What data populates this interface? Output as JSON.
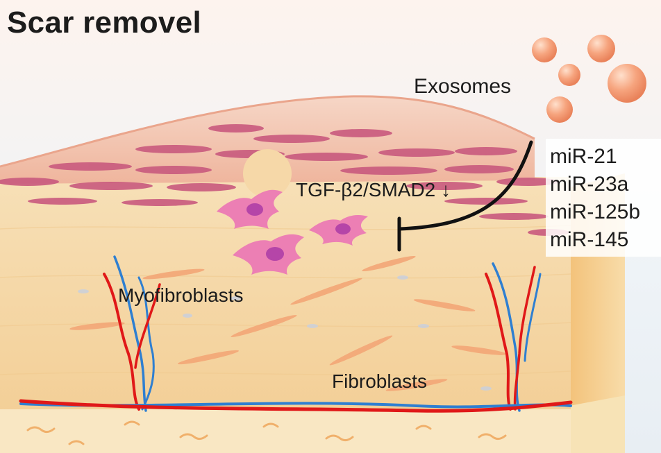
{
  "title": "Scar removel",
  "labels": {
    "exosomes": "Exosomes",
    "pathway": "TGF-β2/SMAD2 ↓",
    "myofibroblasts": "Myofibroblasts",
    "fibroblasts": "Fibroblasts"
  },
  "mirnas": [
    "miR-21",
    "miR-23a",
    "miR-125b",
    "miR-145"
  ],
  "colors": {
    "exosome": "#f4a07a",
    "dermis": "#f6d7a4",
    "epidermis": "#f2bea4",
    "muscle_stripes": "#c9567a",
    "myofibroblast": "#e36aa8",
    "artery": "#e01818",
    "vein": "#2f7fd1",
    "inhibition_line": "#111111"
  },
  "icons": [
    "exosome-vesicle-icon",
    "inhibition-arrow-icon"
  ]
}
